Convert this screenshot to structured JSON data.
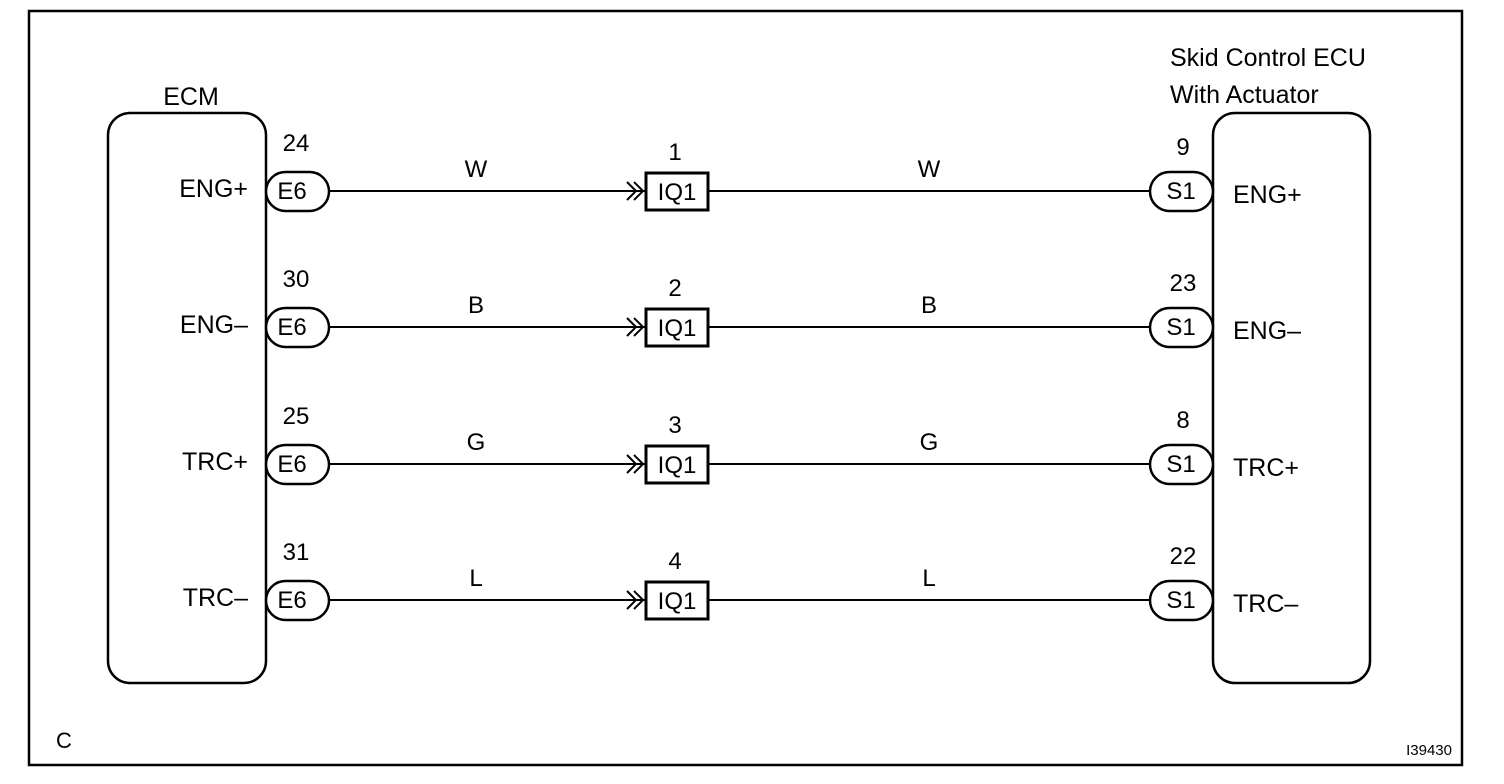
{
  "frame_letter": "C",
  "drawing_code": "I39430",
  "ecm": {
    "title": "ECM",
    "connector": "E6",
    "terminals": [
      "ENG+",
      "ENG–",
      "TRC+",
      "TRC–"
    ],
    "pins": [
      "24",
      "30",
      "25",
      "31"
    ]
  },
  "junction": {
    "connector": "IQ1",
    "pins": [
      "1",
      "2",
      "3",
      "4"
    ]
  },
  "skid": {
    "title_line1": "Skid Control ECU",
    "title_line2": "With Actuator",
    "connector": "S1",
    "terminals": [
      "ENG+",
      "ENG–",
      "TRC+",
      "TRC–"
    ],
    "pins": [
      "9",
      "23",
      "8",
      "22"
    ]
  },
  "wires": [
    {
      "left_color": "W",
      "right_color": "W"
    },
    {
      "left_color": "B",
      "right_color": "B"
    },
    {
      "left_color": "G",
      "right_color": "G"
    },
    {
      "left_color": "L",
      "right_color": "L"
    }
  ]
}
